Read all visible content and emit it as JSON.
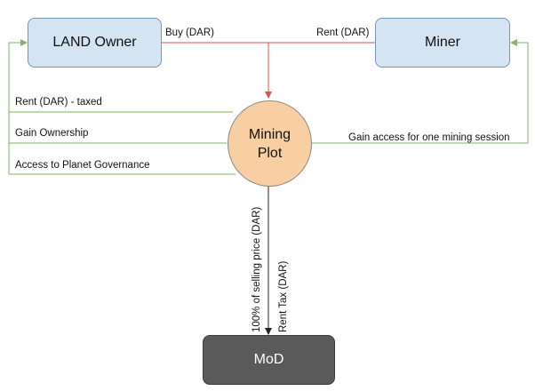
{
  "nodes": {
    "land_owner": "LAND Owner",
    "miner": "Miner",
    "mining_plot_line1": "Mining",
    "mining_plot_line2": "Plot",
    "mod": "MoD"
  },
  "edges": {
    "buy": "Buy (DAR)",
    "rent": "Rent (DAR)",
    "rent_taxed": "Rent (DAR) - taxed",
    "gain_ownership": "Gain Ownership",
    "planet_governance": "Access to Planet Governance",
    "gain_access": "Gain access for one mining session",
    "selling_price": "100% of selling price (DAR)",
    "rent_tax": "Rent Tax (DAR)"
  },
  "colors": {
    "owner_flow": "#d9534f",
    "feedback_flow": "#82b366",
    "mod_flow": "#222222"
  }
}
